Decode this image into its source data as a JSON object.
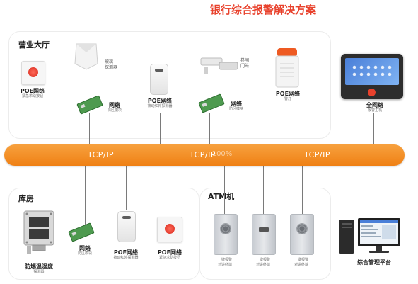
{
  "title": "银行综合报警解决方案",
  "watermark": "100%",
  "zones": {
    "hall": "营业大厅",
    "storage": "库房",
    "atm": "ATM机"
  },
  "bus_labels": [
    "TCP/IP",
    "TCP/IP",
    "TCP/IP"
  ],
  "hall": {
    "poe_button": {
      "name": "POE网络",
      "sub": "紧急求助按钮"
    },
    "glass_detector": {
      "label_1": "玻璃",
      "label_2": "探测器"
    },
    "network_module_1": {
      "name": "网络",
      "sub": "防区模块"
    },
    "poe_pir": {
      "name": "POE网络",
      "sub": "被动红外探测器"
    },
    "door_magnet": {
      "label_1": "卷闸",
      "label_2": "门磁"
    },
    "network_module_2": {
      "name": "网络",
      "sub": "防区模块"
    },
    "poe_strobe": {
      "name": "POE网络",
      "sub": "警灯"
    },
    "full_network": {
      "name": "全网络",
      "sub": "报警主机"
    }
  },
  "storage": {
    "explosion_proof": {
      "name": "防爆温湿度",
      "sub": "探测器"
    },
    "network_module": {
      "name": "网络",
      "sub": "防区模块"
    },
    "poe_pir": {
      "name": "POE网络",
      "sub": "被动红外探测器"
    },
    "poe_button": {
      "name": "POE网络",
      "sub": "紧急求助按钮"
    }
  },
  "atm": {
    "alarm_1": {
      "label_1": "一键报警",
      "label_2": "对讲终端"
    },
    "alarm_2": {
      "label_1": "一键报警",
      "label_2": "对讲终端"
    },
    "alarm_3": {
      "label_1": "一键报警",
      "label_2": "对讲终端"
    }
  },
  "platform": {
    "name": "综合管理平台"
  }
}
